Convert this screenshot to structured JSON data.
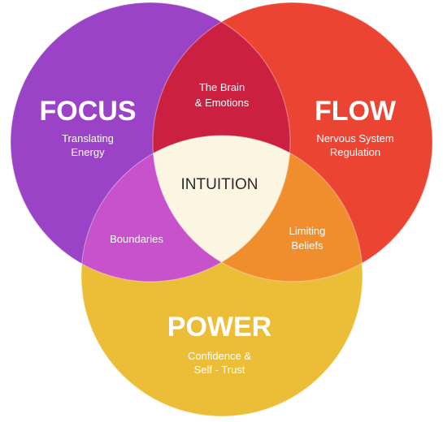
{
  "circles": {
    "focus": {
      "title": "FOCUS",
      "subtitle_line1": "Translating",
      "subtitle_line2": "Energy",
      "color": "#9a43c6"
    },
    "flow": {
      "title": "FLOW",
      "subtitle_line1": "Nervous System",
      "subtitle_line2": "Regulation",
      "color": "#ec4433"
    },
    "power": {
      "title": "POWER",
      "subtitle_line1": "Confidence &",
      "subtitle_line2": "Self - Trust",
      "color": "#ecbe38"
    }
  },
  "overlaps": {
    "focus_flow": {
      "line1": "The Brain",
      "line2": "& Emotions",
      "color": "#cc2040"
    },
    "focus_power": {
      "line1": "Boundaries",
      "color": "#c852cc"
    },
    "flow_power": {
      "line1": "Limiting",
      "line2": "Beliefs",
      "color": "#f08e2e"
    },
    "center": {
      "label": "INTUITION",
      "color": "#fbf5e2"
    }
  }
}
